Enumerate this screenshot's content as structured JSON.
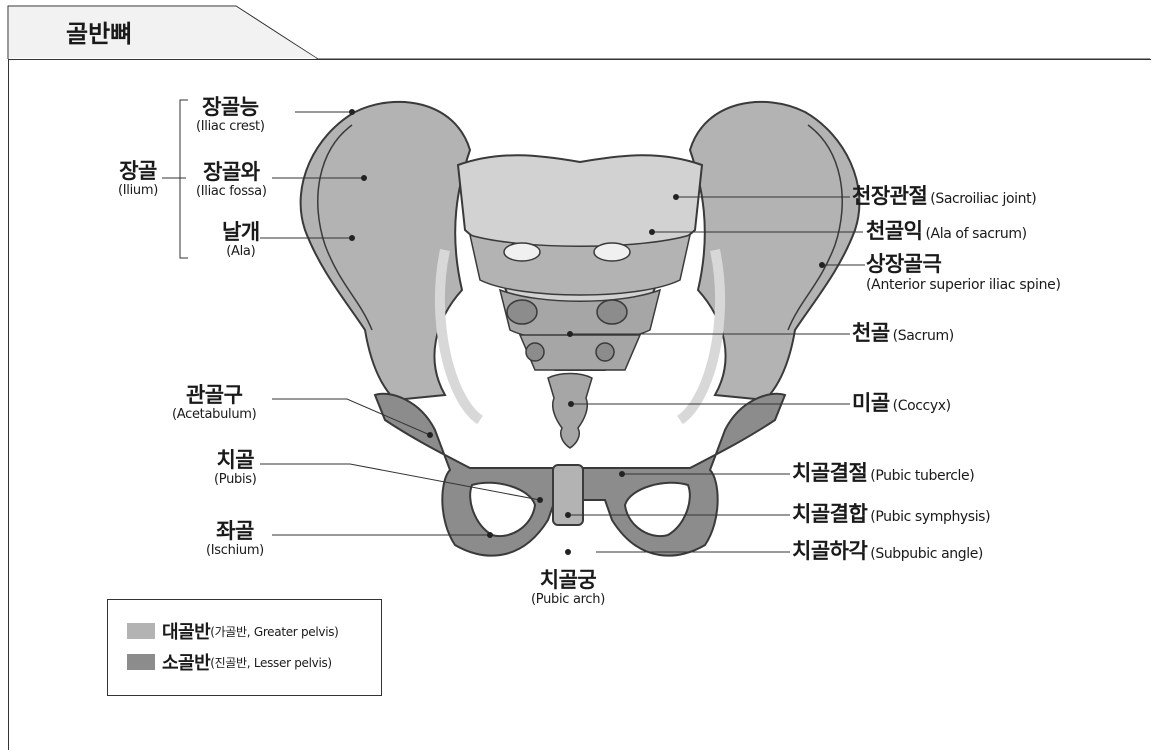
{
  "title": "골반뼈",
  "colors": {
    "greater_pelvis": "#b3b3b3",
    "lesser_pelvis": "#8c8c8c",
    "bone_outline": "#3a3a3a",
    "sacrum_light": "#d2d2d2"
  },
  "labels": {
    "ilium": {
      "ko": "장골",
      "en": "(Ilium)"
    },
    "iliac_crest": {
      "ko": "장골능",
      "en": "(Iliac crest)"
    },
    "iliac_fossa": {
      "ko": "장골와",
      "en": "(Iliac fossa)"
    },
    "ala": {
      "ko": "날개",
      "en": "(Ala)"
    },
    "acetabulum": {
      "ko": "관골구",
      "en": "(Acetabulum)"
    },
    "pubis": {
      "ko": "치골",
      "en": "(Pubis)"
    },
    "ischium": {
      "ko": "좌골",
      "en": "(Ischium)"
    },
    "pubic_arch": {
      "ko": "치골궁",
      "en": "(Pubic arch)"
    },
    "sacroiliac_joint": {
      "ko": "천장관절",
      "en": "(Sacroiliac joint)"
    },
    "ala_of_sacrum": {
      "ko": "천골익",
      "en": "(Ala of sacrum)"
    },
    "asis": {
      "ko": "상장골극",
      "en": "(Anterior superior iliac spine)"
    },
    "sacrum": {
      "ko": "천골",
      "en": "(Sacrum)"
    },
    "coccyx": {
      "ko": "미골",
      "en": "(Coccyx)"
    },
    "pubic_tubercle": {
      "ko": "치골결절",
      "en": "(Pubic tubercle)"
    },
    "pubic_symphysis": {
      "ko": "치골결합",
      "en": "(Pubic symphysis)"
    },
    "subpubic_angle": {
      "ko": "치골하각",
      "en": "(Subpubic angle)"
    }
  },
  "legend": [
    {
      "ko": "대골반",
      "rest": "(가골반, Greater pelvis)"
    },
    {
      "ko": "소골반",
      "rest": "(진골반, Lesser pelvis)"
    }
  ]
}
